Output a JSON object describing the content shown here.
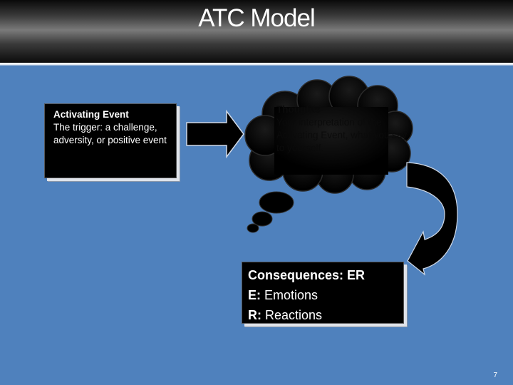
{
  "slide": {
    "title": "ATC Model",
    "page_number": "7",
    "colors": {
      "background": "#4f81bd",
      "box": "#000000",
      "text": "#ffffff"
    }
  },
  "activating_event": {
    "heading": "Activating Event",
    "body": "The trigger: a challenge, adversity, or positive event"
  },
  "thoughts": {
    "heading": "Thoughts",
    "body": "Your interpretation of the Activating Event, what you say to yourself."
  },
  "consequences": {
    "heading": "Consequences: ER",
    "lines": [
      {
        "key": "E:",
        "text": " Emotions"
      },
      {
        "key": "R:",
        "text": " Reactions"
      }
    ]
  },
  "icons": {
    "arrow_right": "block-arrow-right",
    "arrow_curved": "curved-arrow-down",
    "cloud": "thought-cloud"
  }
}
